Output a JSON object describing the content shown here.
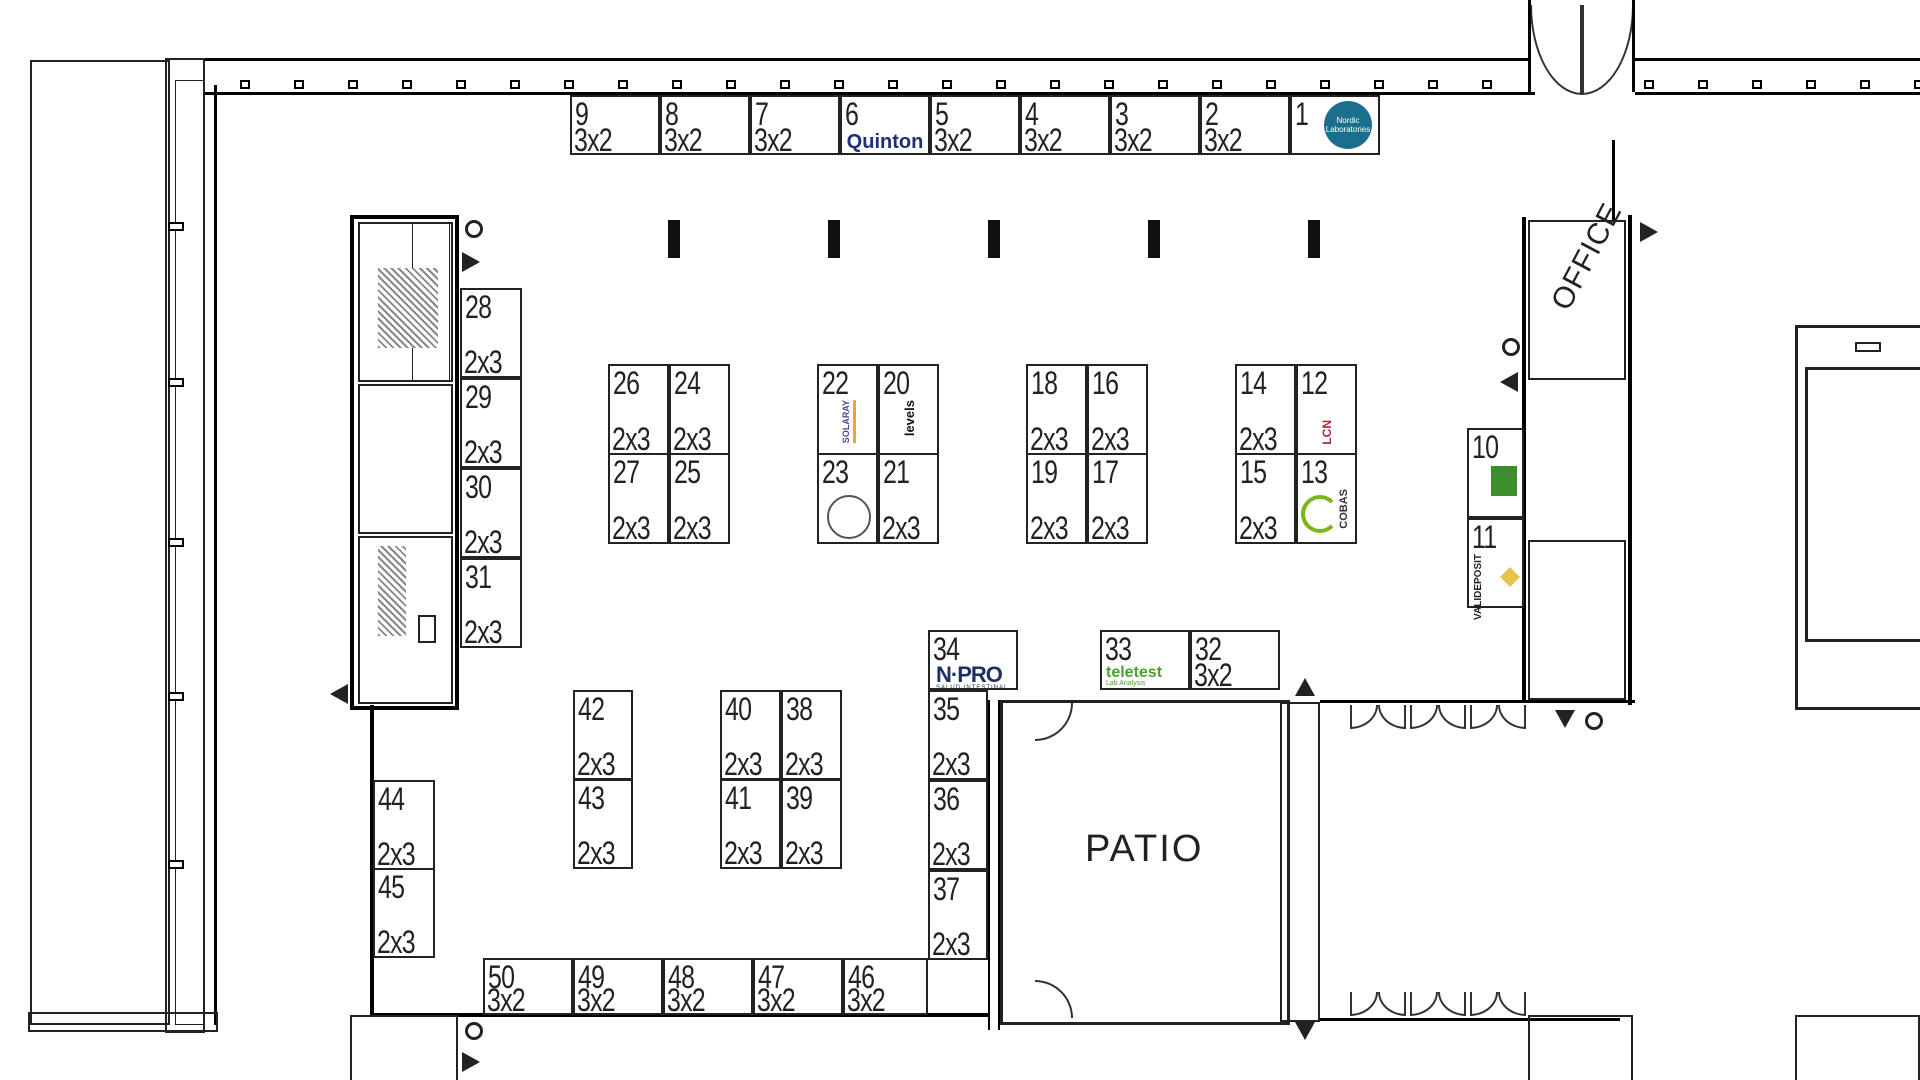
{
  "labels": {
    "patio": "PATIO",
    "office": "OFFICE"
  },
  "booths": {
    "b9": {
      "num": "9",
      "size": "3x2"
    },
    "b8": {
      "num": "8",
      "size": "3x2"
    },
    "b7": {
      "num": "7",
      "size": "3x2"
    },
    "b6": {
      "num": "6",
      "logo": "Quinton"
    },
    "b5": {
      "num": "5",
      "size": "3x2"
    },
    "b4": {
      "num": "4",
      "size": "3x2"
    },
    "b3": {
      "num": "3",
      "size": "3x2"
    },
    "b2": {
      "num": "2",
      "size": "3x2"
    },
    "b1": {
      "num": "1",
      "logo": "Nordic Laboratories"
    },
    "b28": {
      "num": "28",
      "size": "2x3"
    },
    "b29": {
      "num": "29",
      "size": "2x3"
    },
    "b30": {
      "num": "30",
      "size": "2x3"
    },
    "b31": {
      "num": "31",
      "size": "2x3"
    },
    "b26": {
      "num": "26",
      "size": "2x3"
    },
    "b24": {
      "num": "24",
      "size": "2x3"
    },
    "b27": {
      "num": "27",
      "size": "2x3"
    },
    "b25": {
      "num": "25",
      "size": "2x3"
    },
    "b22": {
      "num": "22",
      "logo": "SOLARAY"
    },
    "b20": {
      "num": "20",
      "logo": "levels"
    },
    "b23": {
      "num": "23"
    },
    "b21": {
      "num": "21",
      "size": "2x3"
    },
    "b18": {
      "num": "18",
      "size": "2x3"
    },
    "b16": {
      "num": "16",
      "size": "2x3"
    },
    "b19": {
      "num": "19",
      "size": "2x3"
    },
    "b17": {
      "num": "17",
      "size": "2x3"
    },
    "b14": {
      "num": "14",
      "size": "2x3"
    },
    "b12": {
      "num": "12",
      "logo": "LCN"
    },
    "b15": {
      "num": "15",
      "size": "2x3"
    },
    "b13": {
      "num": "13",
      "logo": "COBAS"
    },
    "b10": {
      "num": "10"
    },
    "b11": {
      "num": "11",
      "logo": "VALIDEPOSIT"
    },
    "b34": {
      "num": "34",
      "logo": "N·PRO",
      "logo_sub": "SALUD INTESTINAL"
    },
    "b33": {
      "num": "33",
      "logo": "teletest",
      "logo_sub": "Lab Analysis"
    },
    "b32": {
      "num": "32",
      "size": "3x2"
    },
    "b35": {
      "num": "35",
      "size": "2x3"
    },
    "b36": {
      "num": "36",
      "size": "2x3"
    },
    "b37": {
      "num": "37",
      "size": "2x3"
    },
    "b42": {
      "num": "42",
      "size": "2x3"
    },
    "b43": {
      "num": "43",
      "size": "2x3"
    },
    "b40": {
      "num": "40",
      "size": "2x3"
    },
    "b38": {
      "num": "38",
      "size": "2x3"
    },
    "b41": {
      "num": "41",
      "size": "2x3"
    },
    "b39": {
      "num": "39",
      "size": "2x3"
    },
    "b44": {
      "num": "44",
      "size": "2x3"
    },
    "b45": {
      "num": "45",
      "size": "2x3"
    },
    "b50": {
      "num": "50",
      "size": "3x2"
    },
    "b49": {
      "num": "49",
      "size": "3x2"
    },
    "b48": {
      "num": "48",
      "size": "3x2"
    },
    "b47": {
      "num": "47",
      "size": "3x2"
    },
    "b46": {
      "num": "46",
      "size": "3x2"
    }
  }
}
